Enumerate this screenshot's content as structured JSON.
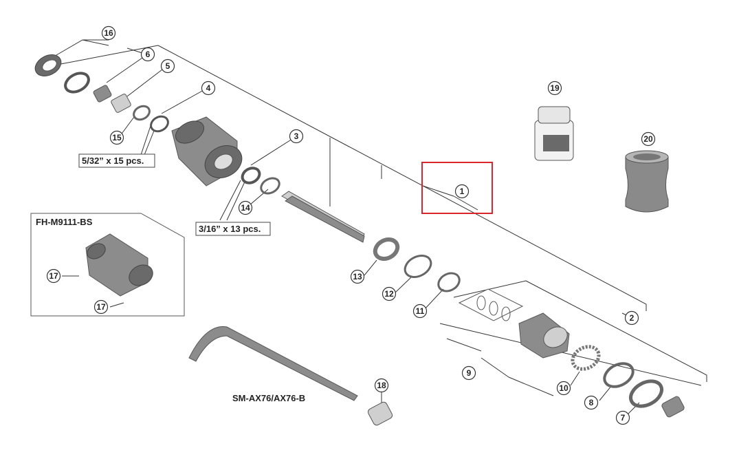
{
  "callouts": [
    "1",
    "2",
    "3",
    "4",
    "5",
    "6",
    "7",
    "8",
    "9",
    "10",
    "11",
    "12",
    "13",
    "14",
    "15",
    "16",
    "17",
    "17",
    "18",
    "19",
    "20"
  ],
  "labels": {
    "ball_5_32": "5/32” x 15 pcs.",
    "ball_3_16": "3/16” x 13 pcs.",
    "hub_model": "FH-M9111-BS",
    "axle_model": "SM-AX76/AX76-B"
  },
  "colors": {
    "highlight": "#d9262c",
    "line": "#333333",
    "part": "#8c8c8c"
  }
}
